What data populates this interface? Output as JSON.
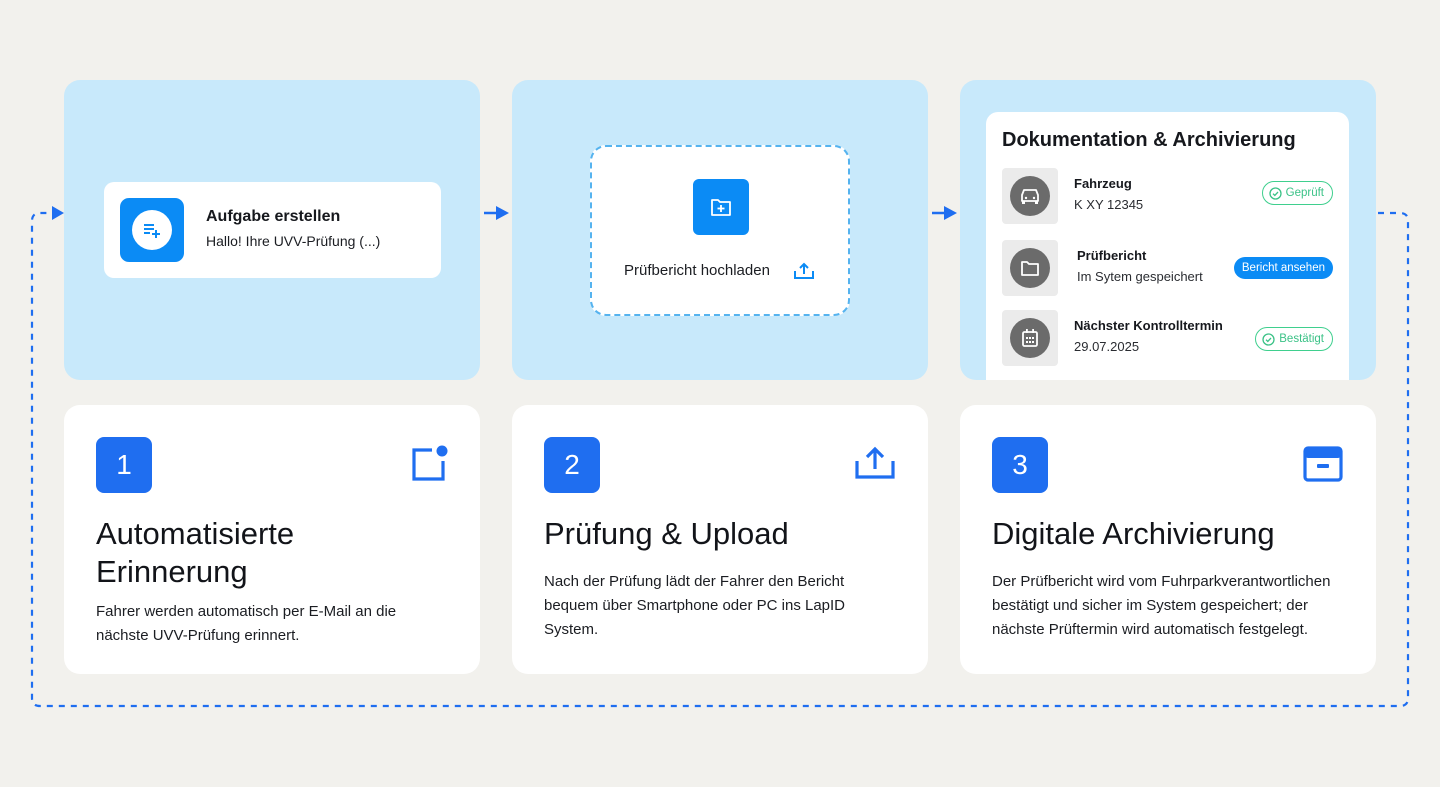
{
  "task_card": {
    "title": "Aufgabe erstellen",
    "subtitle": "Hallo! Ihre UVV-Prüfung (...)"
  },
  "upload": {
    "label": "Prüfbericht hochladen"
  },
  "documentation": {
    "title": "Dokumentation & Archivierung",
    "rows": [
      {
        "title": "Fahrzeug",
        "value": "K XY 12345",
        "badge": "Geprüft",
        "icon": "car-icon"
      },
      {
        "title": "Prüfbericht",
        "value": "Im Sytem gespeichert",
        "button": "Bericht ansehen",
        "icon": "folder-icon"
      },
      {
        "title": "Nächster Kontrolltermin",
        "value": "29.07.2025",
        "badge": "Bestätigt",
        "icon": "calendar-icon"
      }
    ]
  },
  "steps": [
    {
      "number": "1",
      "title": "Automatisierte Erinnerung",
      "text": "Fahrer werden automatisch per E-Mail an die nächste UVV-Prüfung erinnert.",
      "icon": "notification-icon"
    },
    {
      "number": "2",
      "title": "Prüfung & Upload",
      "text": "Nach der Prüfung lädt der Fahrer den Bericht bequem über Smartphone oder PC ins LapID System.",
      "icon": "upload-icon"
    },
    {
      "number": "3",
      "title": "Digitale Archivierung",
      "text": "Der Prüfbericht wird vom Fuhrparkverantwortlichen bestätigt und sicher im System gespeichert; der nächste Prüftermin wird automatisch festgelegt.",
      "icon": "archive-icon"
    }
  ],
  "colors": {
    "panel": "#c8e9fb",
    "accent": "#0b8bf5",
    "step_blue": "#1f6ef0",
    "success": "#3fcf8e",
    "background": "#f2f1ed"
  }
}
